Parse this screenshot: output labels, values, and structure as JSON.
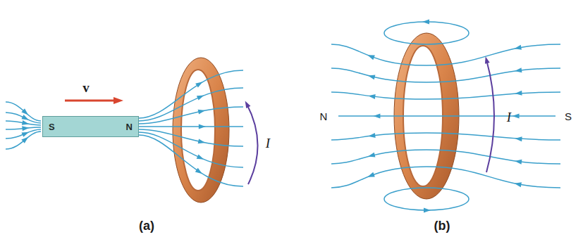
{
  "diagram": {
    "nodes": [
      {
        "text": [
          "S",
          "N"
        ]
      }
    ],
    "labels": [
      "v",
      "I",
      "N",
      "S",
      "I",
      "(a)",
      "(b)"
    ]
  }
}
